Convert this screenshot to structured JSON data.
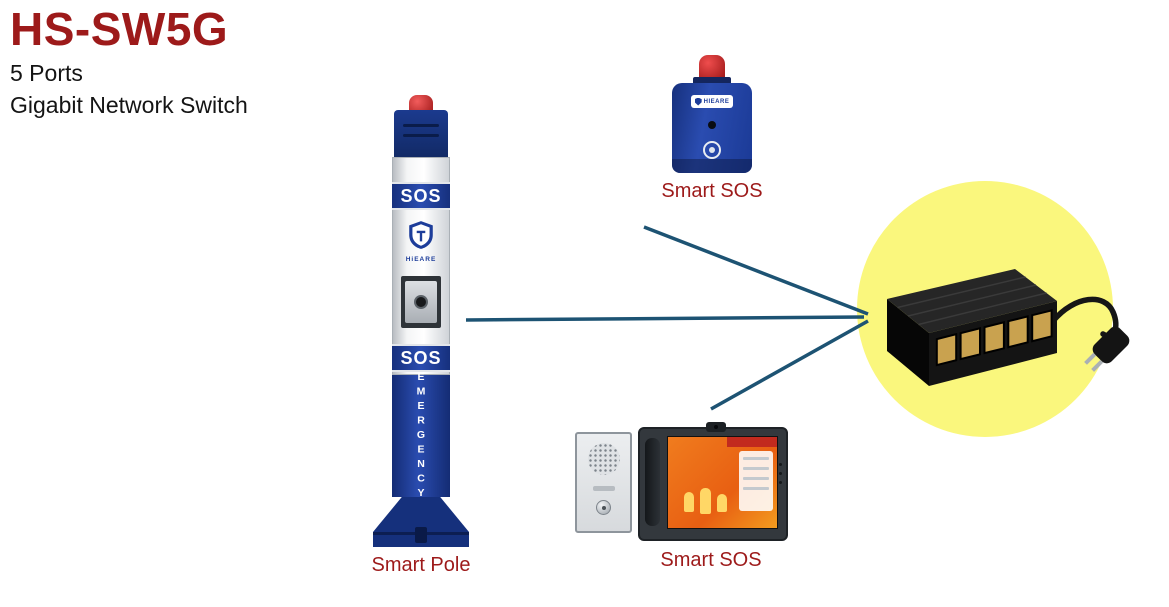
{
  "header": {
    "title": "HS-SW5G",
    "subtitle_line1": "5 Ports",
    "subtitle_line2": "Gigabit Network Switch"
  },
  "pole": {
    "sos_top": "SOS",
    "sos_bottom": "SOS",
    "emergency_text": "EMERGENCY",
    "brand": "HiEARE",
    "label": "Smart Pole"
  },
  "sos_beacon": {
    "brand": "HIEARE",
    "label": "Smart SOS"
  },
  "sos_intercom": {
    "label": "Smart SOS"
  },
  "icons": {
    "red_beacon": "red-beacon-light",
    "shield_logo": "hieare-shield-logo",
    "call_button": "call-button",
    "speaker_grille": "speaker-grille",
    "handset": "phone-handset",
    "ethernet_ports": "ethernet-ports",
    "power_plug": "power-plug"
  },
  "colors": {
    "accent_red": "#9d1a1a",
    "pole_blue": "#1d3d9a",
    "navy": "#15307c",
    "line_blue": "#1d5373",
    "circle_yellow": "#faf77d",
    "switch_black": "#1a1a1a",
    "port_tan": "#c9a24f",
    "screen_orange": "#ed6f1a"
  }
}
